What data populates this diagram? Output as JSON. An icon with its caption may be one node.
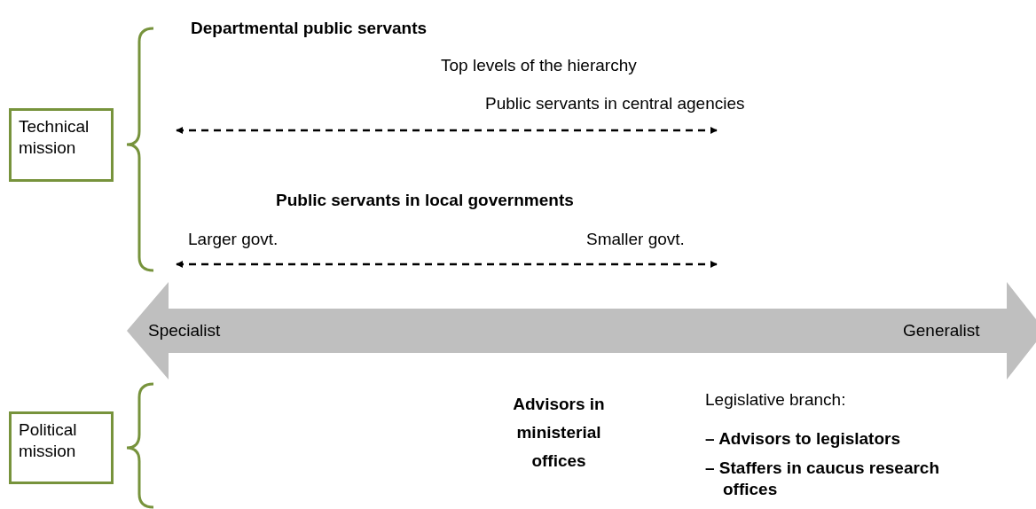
{
  "diagram": {
    "nodes": [
      {
        "text": [
          "Technical mission"
        ]
      },
      {
        "text": [
          "Political mission"
        ]
      }
    ],
    "labels": [
      "Departmental public servants",
      "Top levels of the hierarchy",
      "Public servants in central agencies",
      "Public servants in local governments",
      "Larger govt.",
      "Smaller govt.",
      "Specialist",
      "Generalist",
      "Advisors in ministerial offices",
      "Legislative branch:",
      "– Advisors to legislators",
      "– Staffers in caucus research offices"
    ]
  }
}
